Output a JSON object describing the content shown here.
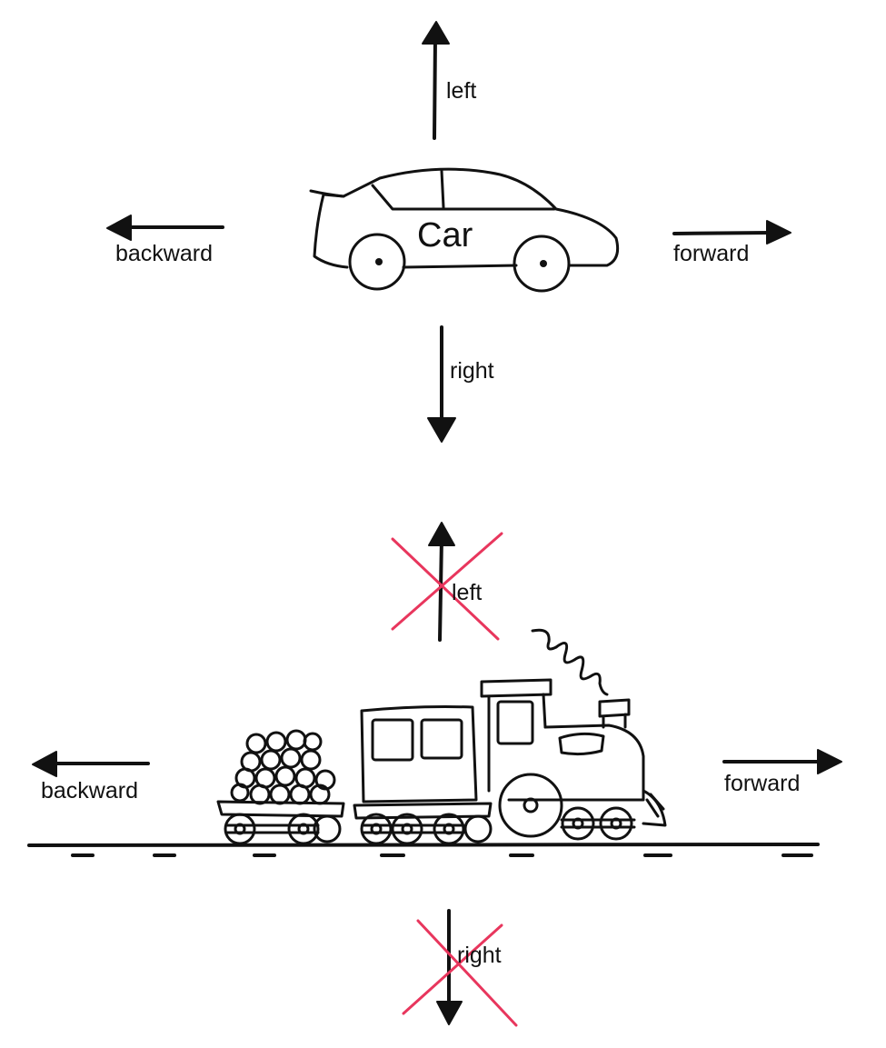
{
  "car": {
    "label": "Car",
    "directions": {
      "left": "left",
      "right": "right",
      "backward": "backward",
      "forward": "forward"
    }
  },
  "train": {
    "directions": {
      "left": "left",
      "right": "right",
      "backward": "backward",
      "forward": "forward"
    },
    "crossed_out": [
      "left",
      "right"
    ]
  },
  "colors": {
    "ink": "#111111",
    "cross": "#e8365d"
  }
}
